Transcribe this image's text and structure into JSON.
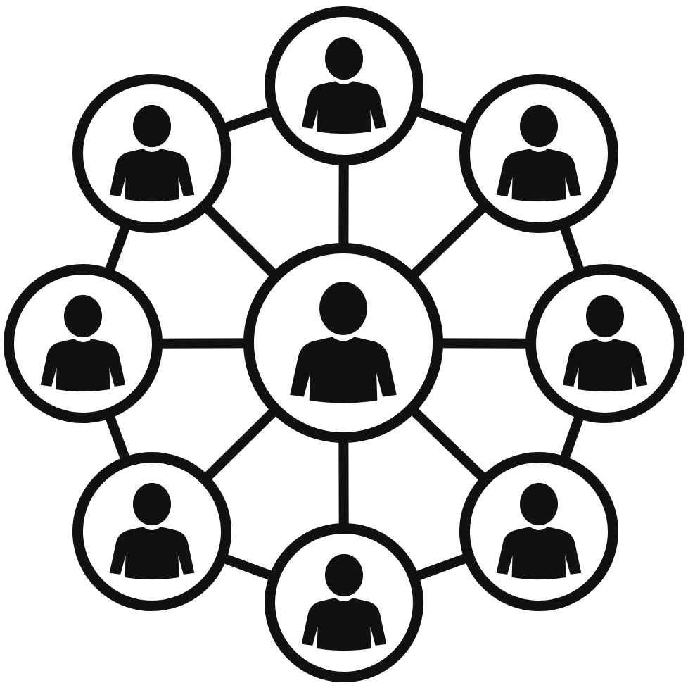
{
  "icon": "user-network-icon",
  "colors": {
    "stroke": "#111111",
    "figure": "#111111",
    "fill": "#ffffff",
    "background": "#ffffff"
  },
  "network": {
    "center": {
      "name": "center-person-node",
      "figure": "person-icon"
    },
    "nodes": [
      {
        "name": "person-node-top",
        "figure": "person-icon"
      },
      {
        "name": "person-node-top-right",
        "figure": "person-icon"
      },
      {
        "name": "person-node-right",
        "figure": "person-icon"
      },
      {
        "name": "person-node-bottom-right",
        "figure": "person-icon"
      },
      {
        "name": "person-node-bottom",
        "figure": "person-icon"
      },
      {
        "name": "person-node-bottom-left",
        "figure": "person-icon"
      },
      {
        "name": "person-node-left",
        "figure": "person-icon"
      },
      {
        "name": "person-node-top-left",
        "figure": "person-icon"
      }
    ],
    "spokes": "center-to-each-node",
    "ring": "adjacent-nodes-connected"
  }
}
